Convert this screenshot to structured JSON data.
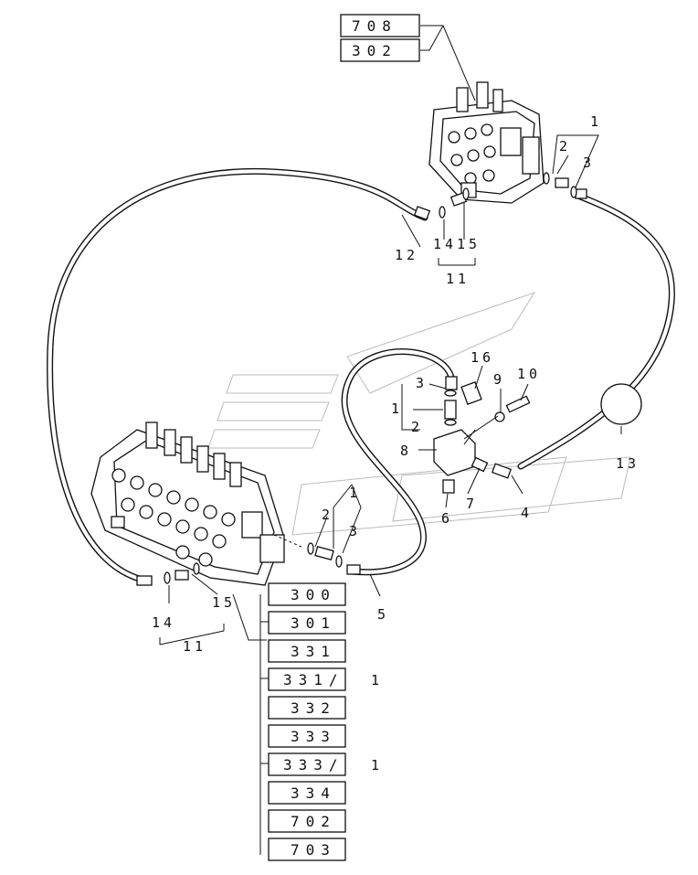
{
  "ref_boxes_top": [
    "708",
    "302"
  ],
  "ref_boxes_bottom": [
    {
      "code": "300",
      "suffix": ""
    },
    {
      "code": "301",
      "suffix": ""
    },
    {
      "code": "331",
      "suffix": ""
    },
    {
      "code": "331/",
      "suffix": "1"
    },
    {
      "code": "332",
      "suffix": ""
    },
    {
      "code": "333",
      "suffix": ""
    },
    {
      "code": "333/",
      "suffix": "1"
    },
    {
      "code": "334",
      "suffix": ""
    },
    {
      "code": "702",
      "suffix": ""
    },
    {
      "code": "703",
      "suffix": ""
    }
  ],
  "callouts": {
    "n1_top": "1",
    "n2_top": "2",
    "n3_top": "3",
    "n12": "12",
    "n14_top": "14",
    "n15_top": "15",
    "n11_top": "11",
    "n16": "16",
    "n3_mid": "3",
    "n9": "9",
    "n10": "10",
    "n1_mid": "1",
    "n2_mid": "2",
    "n8": "8",
    "n13": "13",
    "n4": "4",
    "n7": "7",
    "n6": "6",
    "n1_low": "1",
    "n2_low": "2",
    "n3_low": "3",
    "n5_hose": "5",
    "n14_low": "14",
    "n15_low": "15",
    "n11_low": "11"
  }
}
